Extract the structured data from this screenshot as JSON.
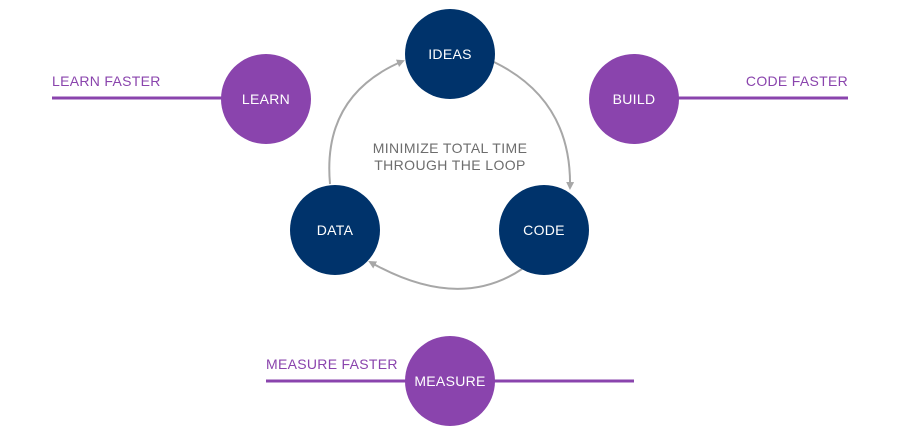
{
  "diagram": {
    "center_text": {
      "line1": "MINIMIZE TOTAL TIME",
      "line2": "THROUGH THE LOOP"
    },
    "loop_nodes": {
      "ideas": "IDEAS",
      "code": "CODE",
      "data": "DATA"
    },
    "stage_nodes": {
      "learn": "LEARN",
      "build": "BUILD",
      "measure": "MEASURE"
    },
    "side_labels": {
      "learn_faster": "LEARN FASTER",
      "code_faster": "CODE FASTER",
      "measure_faster": "MEASURE FASTER"
    },
    "colors": {
      "loop_node": "#00336b",
      "stage_node": "#8a44ad",
      "accent_line": "#8a44ad",
      "arrow": "#a7a7a7",
      "center_text": "#6d6d6d"
    }
  }
}
